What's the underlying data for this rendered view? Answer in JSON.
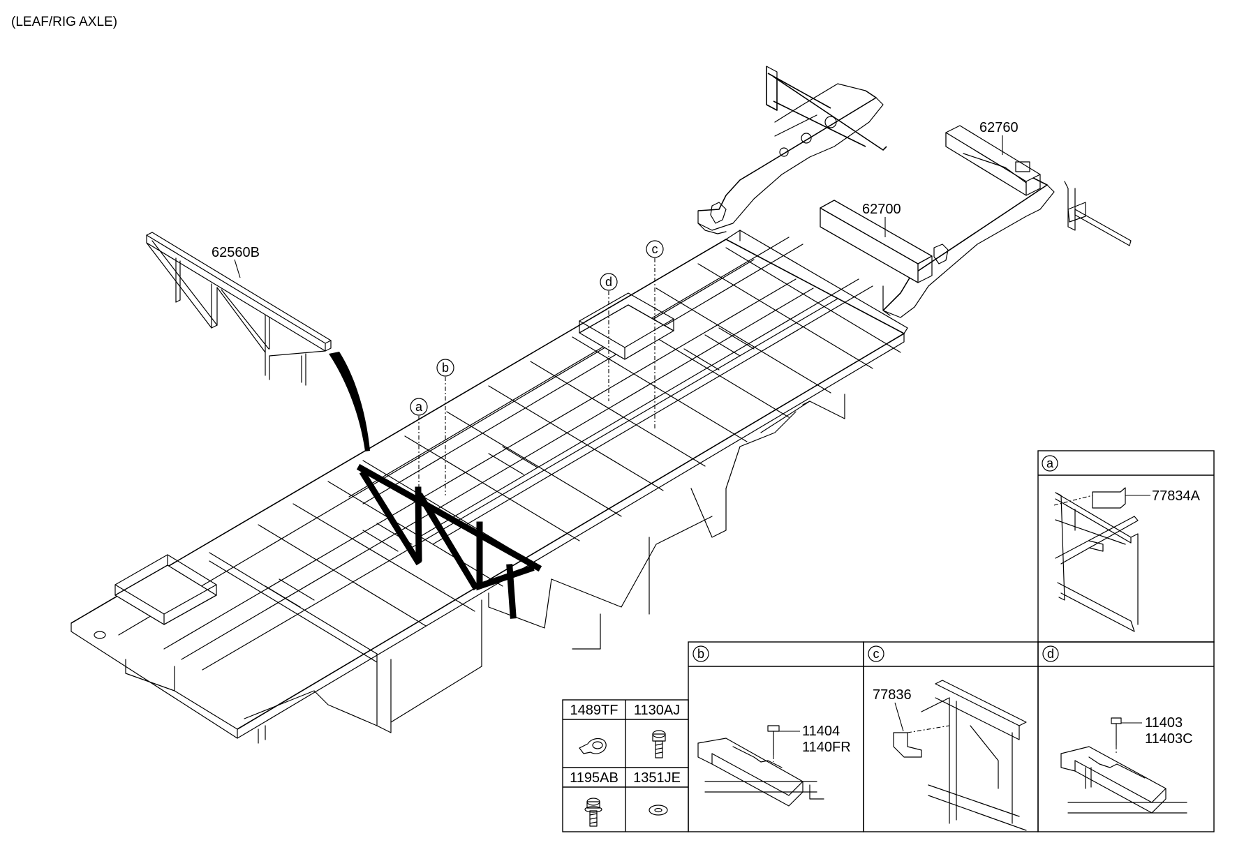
{
  "title": "(LEAF/RIG AXLE)",
  "parts": {
    "brace": "62560B",
    "rear_frame": "62760",
    "crossmember": "62700"
  },
  "callouts": {
    "a": "a",
    "b": "b",
    "c": "c",
    "d": "d"
  },
  "detail_views": {
    "a": {
      "letter": "a",
      "part": "77834A"
    },
    "b": {
      "letter": "b",
      "parts": [
        "11404",
        "1140FR"
      ]
    },
    "c": {
      "letter": "c",
      "part": "77836"
    },
    "d": {
      "letter": "d",
      "parts": [
        "11403",
        "11403C"
      ]
    }
  },
  "fastener_table": {
    "cells": [
      {
        "code": "1489TF",
        "icon": "clamp-icon"
      },
      {
        "code": "1130AJ",
        "icon": "bolt-icon"
      },
      {
        "code": "1195AB",
        "icon": "flange-bolt-icon"
      },
      {
        "code": "1351JE",
        "icon": "washer-icon"
      }
    ]
  }
}
